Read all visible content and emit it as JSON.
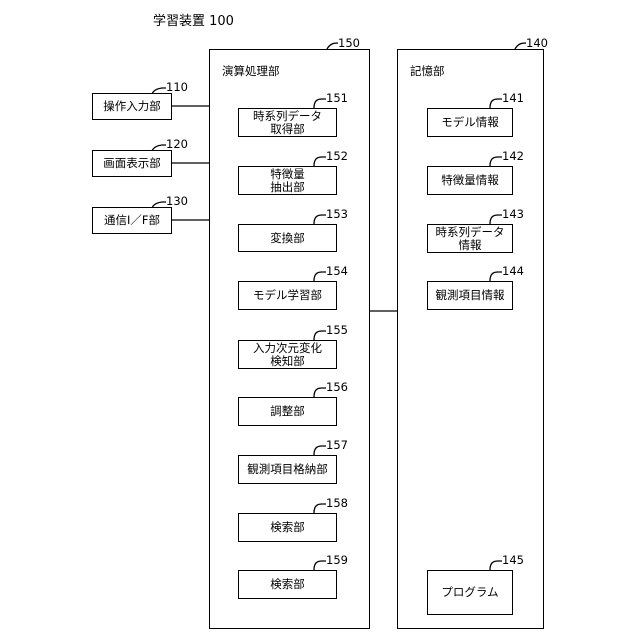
{
  "title": "学習装置 100",
  "inputs": [
    {
      "label": "操作入力部",
      "ref": "110"
    },
    {
      "label": "画面表示部",
      "ref": "120"
    },
    {
      "label": "通信I／F部",
      "ref": "130"
    }
  ],
  "processing": {
    "title": "演算処理部",
    "ref": "150",
    "units": [
      {
        "label": "時系列データ\n取得部",
        "ref": "151"
      },
      {
        "label": "特徴量\n抽出部",
        "ref": "152"
      },
      {
        "label": "変換部",
        "ref": "153"
      },
      {
        "label": "モデル学習部",
        "ref": "154"
      },
      {
        "label": "入力次元変化\n検知部",
        "ref": "155"
      },
      {
        "label": "調整部",
        "ref": "156"
      },
      {
        "label": "観測項目格納部",
        "ref": "157"
      },
      {
        "label": "検索部",
        "ref": "158"
      },
      {
        "label": "検索部",
        "ref": "159"
      }
    ]
  },
  "storage": {
    "title": "記憶部",
    "ref": "140",
    "units": [
      {
        "label": "モデル情報",
        "ref": "141"
      },
      {
        "label": "特徴量情報",
        "ref": "142"
      },
      {
        "label": "時系列データ\n情報",
        "ref": "143"
      },
      {
        "label": "観測項目情報",
        "ref": "144"
      },
      {
        "label": "プログラム",
        "ref": "145"
      }
    ]
  }
}
